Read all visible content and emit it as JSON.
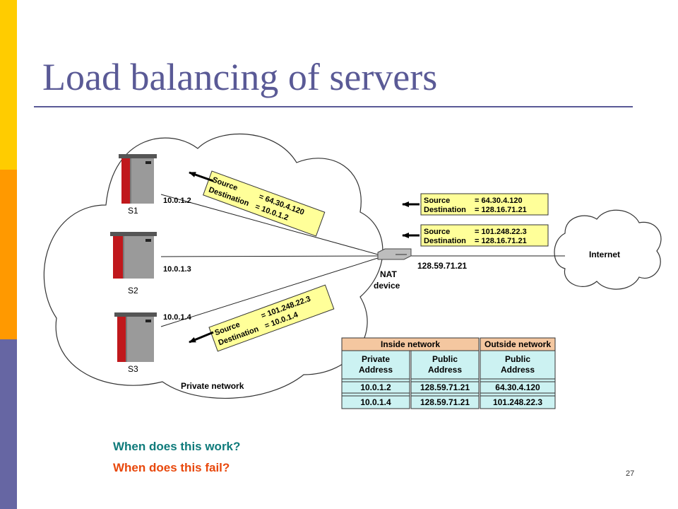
{
  "slide": {
    "title": "Load balancing of servers",
    "question_work": "When does this work?",
    "question_fail": "When does this fail?",
    "page_number": "27"
  },
  "colors": {
    "sidebar_top": "#ffcc00",
    "sidebar_mid": "#ff9900",
    "sidebar_bottom": "#6666a3",
    "title": "#5a5a96",
    "label_fill": "#ffff99",
    "table_header": "#f4c7a0",
    "table_cell": "#ccf2f2",
    "question_work": "#0f7b7b",
    "question_fail": "#e8480c"
  },
  "diagram": {
    "servers": [
      {
        "name": "S1",
        "ip": "10.0.1.2"
      },
      {
        "name": "S2",
        "ip": "10.0.1.3"
      },
      {
        "name": "S3",
        "ip": "10.0.1.4"
      }
    ],
    "private_network_label": "Private network",
    "nat_label_line1": "NAT",
    "nat_label_line2": "device",
    "nat_ip": "128.59.71.21",
    "internet_label": "Internet",
    "packet_s1": {
      "l1": "Source",
      "v1": "= 64.30.4.120",
      "l2": "Destination",
      "v2": "= 10.0.1.2"
    },
    "packet_s3": {
      "l1": "Source",
      "v1": "= 101.248.22.3",
      "l2": "Destination",
      "v2": "= 10.0.1.4"
    },
    "packet_in1": {
      "l1": "Source",
      "v1": "= 64.30.4.120",
      "l2": "Destination",
      "v2": "= 128.16.71.21"
    },
    "packet_in2": {
      "l1": "Source",
      "v1": "= 101.248.22.3",
      "l2": "Destination",
      "v2": "= 128.16.71.21"
    }
  },
  "nat_table": {
    "inside_header": "Inside network",
    "outside_header": "Outside network",
    "col_private_1": "Private",
    "col_private_2": "Address",
    "col_public_1": "Public",
    "col_public_2": "Address",
    "col_outpublic_1": "Public",
    "col_outpublic_2": "Address",
    "rows": [
      {
        "private": "10.0.1.2",
        "public": "128.59.71.21",
        "outside": "64.30.4.120"
      },
      {
        "private": "10.0.1.4",
        "public": "128.59.71.21",
        "outside": "101.248.22.3"
      }
    ]
  }
}
